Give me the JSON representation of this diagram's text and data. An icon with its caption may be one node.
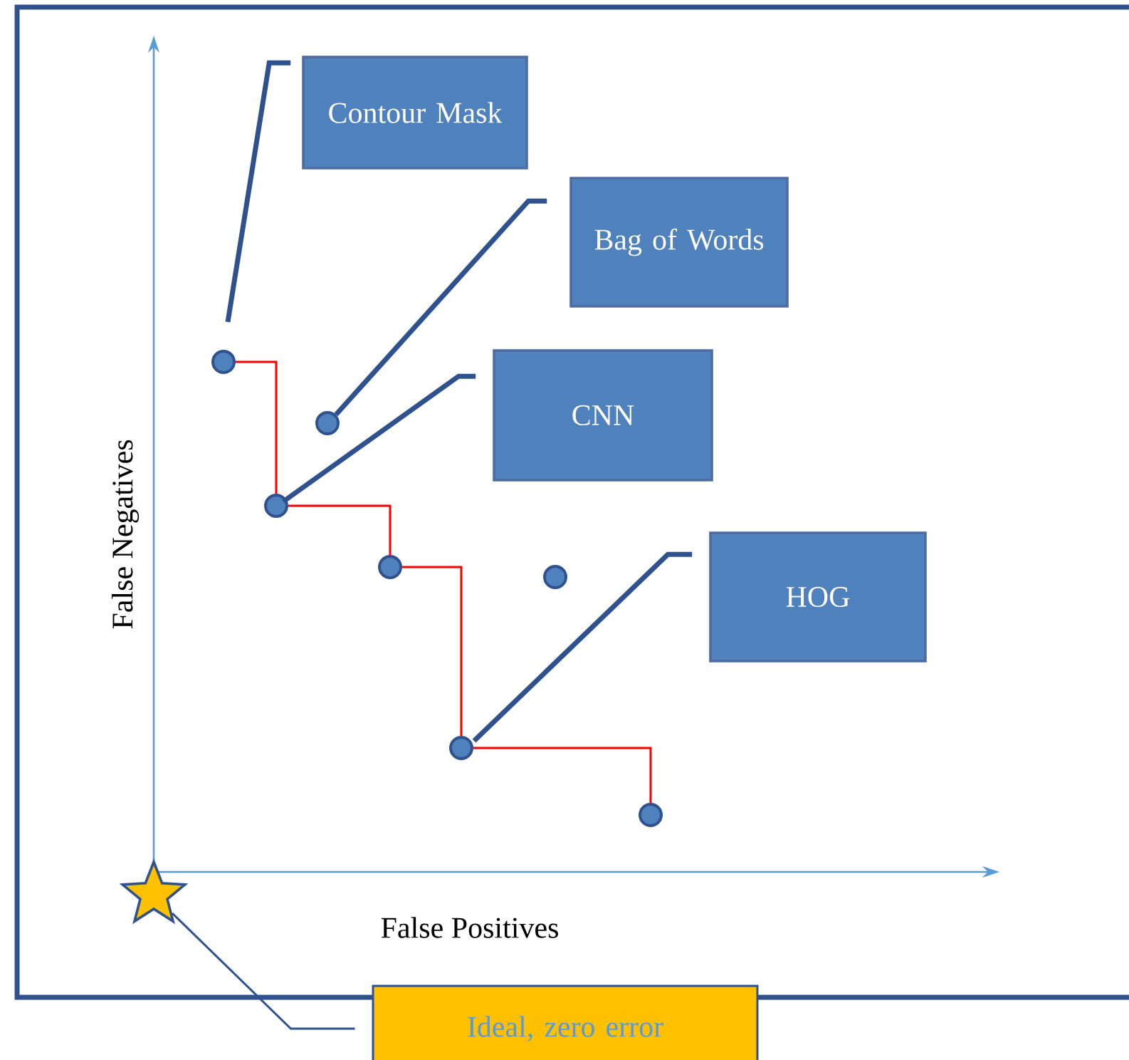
{
  "diagram": {
    "nodes": [
      {
        "text": [
          "Contour Mask"
        ]
      },
      {
        "text": [
          "Bag of Words"
        ]
      },
      {
        "text": [
          "CNN"
        ]
      },
      {
        "text": [
          "HOG"
        ]
      },
      {
        "text": [
          "Ideal, zero error"
        ]
      },
      {
        "text": [],
        "shape": "circle"
      },
      {
        "text": [],
        "shape": "circle"
      },
      {
        "text": [],
        "shape": "circle"
      },
      {
        "text": [],
        "shape": "circle"
      },
      {
        "text": [],
        "shape": "circle"
      },
      {
        "text": [],
        "shape": "circle"
      },
      {
        "text": [],
        "shape": "circle"
      },
      {
        "text": [],
        "shape": "star"
      }
    ],
    "edges": [
      {
        "from": 0,
        "to": 5,
        "arrow": "none",
        "style": "thick"
      },
      {
        "from": 1,
        "to": 7,
        "arrow": "none",
        "style": "thick"
      },
      {
        "from": 2,
        "to": 6,
        "arrow": "none",
        "style": "thick"
      },
      {
        "from": 3,
        "to": 9,
        "arrow": "none",
        "style": "thick"
      },
      {
        "from": 4,
        "to": 12,
        "arrow": "none"
      },
      {
        "from": 5,
        "to": 6,
        "arrow": "none",
        "color": "#ff0000"
      },
      {
        "from": 6,
        "to": 8,
        "arrow": "none",
        "color": "#ff0000"
      },
      {
        "from": 8,
        "to": 9,
        "arrow": "none",
        "color": "#ff0000"
      },
      {
        "from": 9,
        "to": 11,
        "arrow": "none",
        "color": "#ff0000"
      }
    ],
    "labels": [
      "False Negatives",
      "False Positives"
    ]
  }
}
